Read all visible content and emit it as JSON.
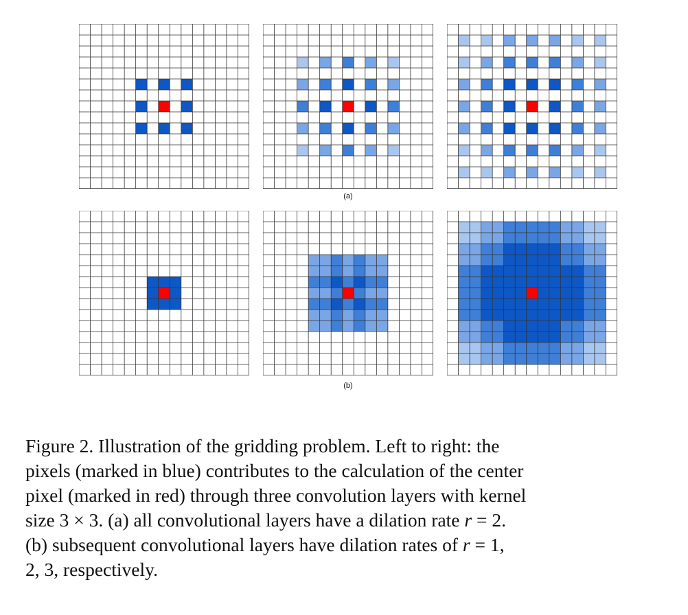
{
  "figure": {
    "row_a_label": "(a)",
    "row_b_label": "(b)",
    "colors": {
      "grid_line": "#333333",
      "dark_blue": "#0d57c6",
      "mid_blue": "#3f7fd8",
      "light_blue": "#7aa6e6",
      "pale_blue": "#a9c6ef",
      "center_red": "#ff0000"
    },
    "grid_size": 15,
    "row_a_dilation_rate": 2,
    "row_b_dilation_rates": [
      1,
      2,
      3
    ],
    "kernel_size": "3 × 3"
  },
  "caption": {
    "line1": "Figure 2. Illustration of the gridding problem.  Left to right:  the",
    "line2": "pixels (marked in blue) contributes to the calculation of the center",
    "line3": "pixel (marked in red) through three convolution layers with kernel",
    "line4_pre": "size 3 × 3. (a) all convolutional layers have a dilation rate ",
    "line4_var": "r",
    "line4_post": " = 2.",
    "line5_pre": "(b) subsequent convolutional layers have dilation rates of ",
    "line5_var": "r",
    "line5_post": " = 1,",
    "line6": "2, 3, respectively."
  }
}
